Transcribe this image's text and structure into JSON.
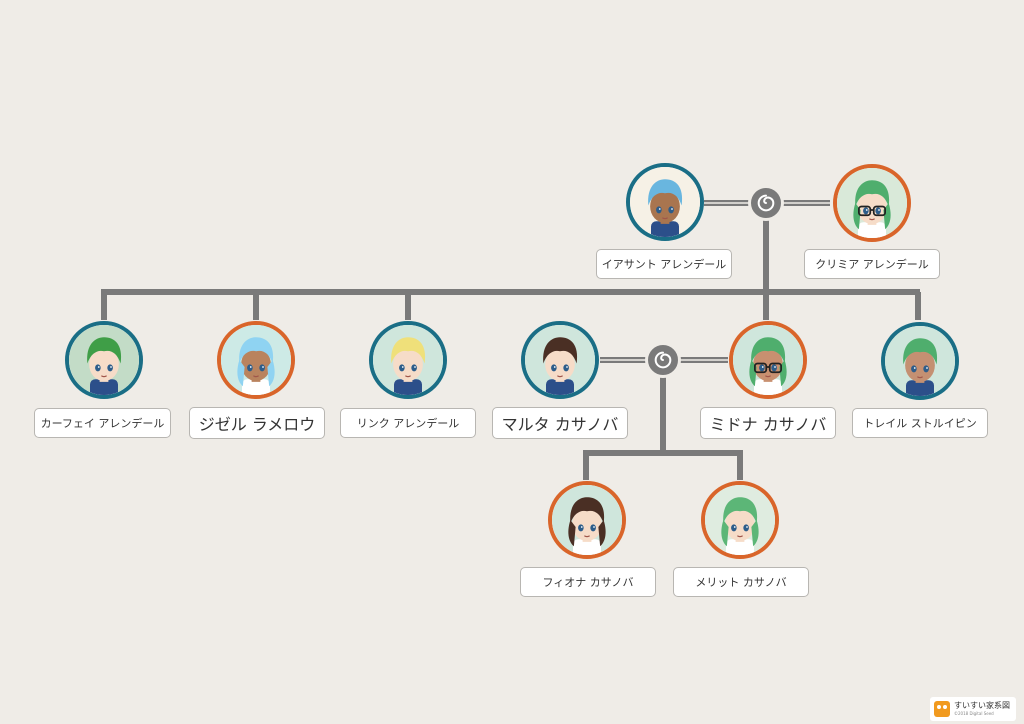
{
  "people": [
    {
      "id": "iasant",
      "name": "イアサント アレンデール",
      "gender": "male",
      "skin": "#a9754f",
      "hair": "#69b6df",
      "bg": "#f6f1e6",
      "size": "small"
    },
    {
      "id": "kurimia",
      "name": "クリミア アレンデール",
      "gender": "female",
      "skin": "#f6dcc8",
      "hair": "#4fae6d",
      "bg": "#d9e9d9",
      "size": "small",
      "glasses": true
    },
    {
      "id": "kafei",
      "name": "カーフェイ アレンデール",
      "gender": "male",
      "skin": "#f6dcc8",
      "hair": "#3f9e47",
      "bg": "#c3dcc7",
      "size": "small"
    },
    {
      "id": "jizel",
      "name": "ジゼル ラメロウ",
      "gender": "female",
      "skin": "#b9835e",
      "hair": "#8fd3f2",
      "bg": "#cdeae6",
      "size": "big"
    },
    {
      "id": "rink",
      "name": "リンク アレンデール",
      "gender": "male",
      "skin": "#f6dcc8",
      "hair": "#efe07a",
      "bg": "#cfe6dc",
      "size": "small"
    },
    {
      "id": "maruta",
      "name": "マルタ カサノバ",
      "gender": "male",
      "skin": "#f6dcc8",
      "hair": "#4a2f24",
      "bg": "#cfe6dc",
      "size": "big"
    },
    {
      "id": "midona",
      "name": "ミドナ カサノバ",
      "gender": "female",
      "skin": "#c89070",
      "hair": "#4fae6d",
      "bg": "#cfe6dc",
      "size": "big",
      "glasses": true
    },
    {
      "id": "toreiru",
      "name": "トレイル ストルイピン",
      "gender": "male",
      "skin": "#c49072",
      "hair": "#4fae6d",
      "bg": "#cfe6dc",
      "size": "small"
    },
    {
      "id": "fiona",
      "name": "フィオナ カサノバ",
      "gender": "female",
      "skin": "#f6dcc8",
      "hair": "#4a2f24",
      "bg": "#cfe6dc",
      "size": "small"
    },
    {
      "id": "meritto",
      "name": "メリット カサノバ",
      "gender": "female",
      "skin": "#f6dcc8",
      "hair": "#5cb677",
      "bg": "#dfece0",
      "size": "small"
    }
  ],
  "colors": {
    "male_ring": "#1a6e86",
    "female_ring": "#d9652a",
    "line": "#7a7a7a",
    "background": "#efece7"
  },
  "icons": {
    "union": "union-swirl-icon"
  },
  "branding": {
    "title": "すいすい家系図",
    "copyright": "©2018 Digital Seed"
  }
}
